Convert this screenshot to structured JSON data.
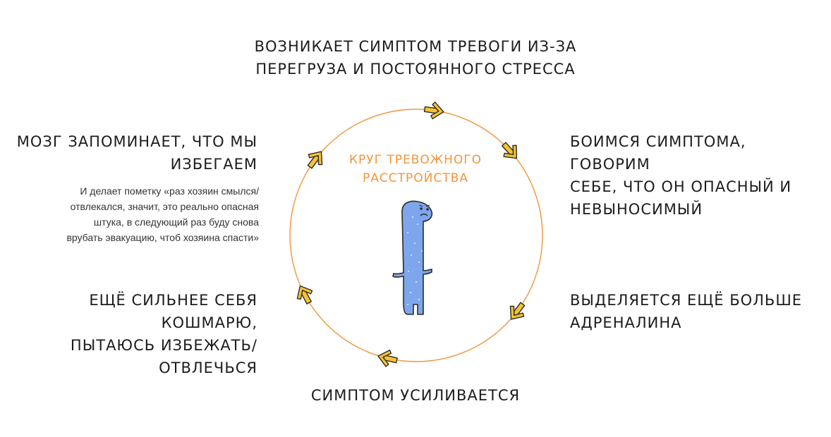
{
  "diagram": {
    "title": "Круг тревожного\nрасстройства",
    "steps": {
      "top": "Возникает симптом тревоги из-за\nперегруза и постоянного стресса",
      "right_top": "Боимся симптома, говорим\nсебе, что он опасный и\nневыносимый",
      "right_bottom": "Выделяется ещё больше\nадреналина",
      "bottom": "Симптом усиливается",
      "left_bottom": "Ещё сильнее себя кошмарю,\nпытаюсь избежать/отвлечься",
      "left_top": "Мозг запоминает, что мы\nизбегаем"
    },
    "note": "И делает пометку «раз хозяин смылся/\nотвлекался, значит, это реально опасная\nштука, в следующий раз буду снова\nврубать эвакуацию, чтоб хозяина спасти»",
    "colors": {
      "circle": "#f0963c",
      "arrow_fill": "#f6c232",
      "arrow_stroke": "#2b2b2b",
      "creature": "#7ea6ec",
      "title": "#f0963c"
    },
    "icons": [
      "cycle-arrow-icon",
      "worried-creature-illustration"
    ]
  }
}
